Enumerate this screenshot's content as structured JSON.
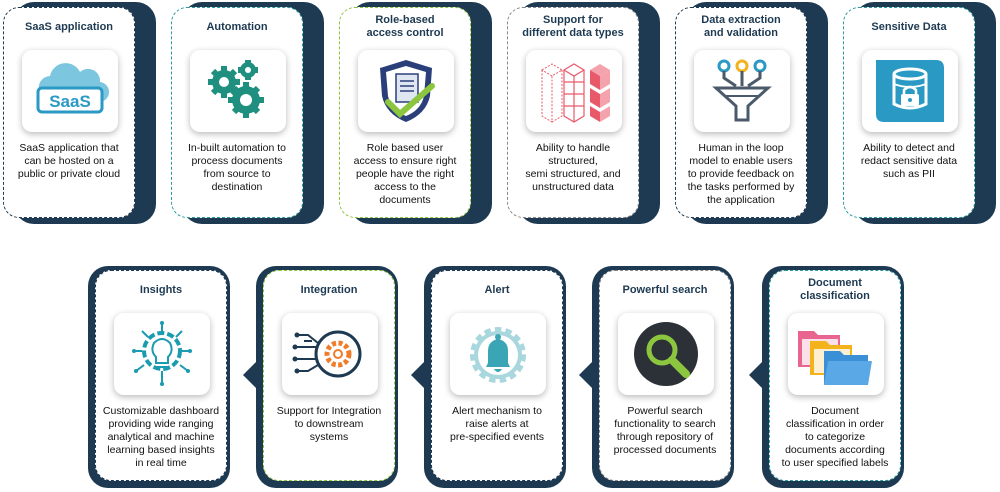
{
  "colors": {
    "navy": "#1e3a52",
    "teal": "#2a9a9a",
    "green": "#8cc63f",
    "pink": "#e8596a"
  },
  "row1": [
    {
      "title": "SaaS application",
      "icon": "saas-cloud-icon",
      "text": "SaaS application that\ncan be hosted on a\npublic or private cloud",
      "icon_label": "SaaS"
    },
    {
      "title": "Automation",
      "icon": "gears-icon",
      "text": "In-built automation to\nprocess documents\nfrom source to\ndestination"
    },
    {
      "title": "Role-based\naccess control",
      "icon": "shield-document-icon",
      "text": "Role based user\naccess to ensure right\npeople have the right\naccess to the\ndocuments"
    },
    {
      "title": "Support for\ndifferent data types",
      "icon": "data-cubes-icon",
      "text": "Ability to handle\nstructured,\nsemi structured, and\nunstructured data"
    },
    {
      "title": "Data extraction\nand validation",
      "icon": "funnel-icon",
      "text": "Human in the loop\nmodel to enable users\nto provide feedback on\nthe tasks performed by\nthe application"
    },
    {
      "title": "Sensitive Data",
      "icon": "secure-database-icon",
      "text": "Ability to detect and\nredact sensitive data\nsuch as PII"
    }
  ],
  "row2": [
    {
      "title": "Insights",
      "icon": "lightbulb-gear-icon",
      "text": "Customizable dashboard\nproviding wide ranging\nanalytical and machine\nlearning based insights\nin real time"
    },
    {
      "title": "Integration",
      "icon": "integration-gear-icon",
      "text": "Support for Integration\nto downstream\nsystems"
    },
    {
      "title": "Alert",
      "icon": "bell-gear-icon",
      "text": "Alert mechanism to\nraise alerts at\npre-specified events"
    },
    {
      "title": "Powerful search",
      "icon": "magnifier-icon",
      "text": "Powerful search\nfunctionality to search\nthrough repository of\nprocessed documents"
    },
    {
      "title": "Document\nclassification",
      "icon": "folders-icon",
      "text": "Document\nclassification in order\nto categorize\ndocuments according\nto user specified labels"
    }
  ]
}
